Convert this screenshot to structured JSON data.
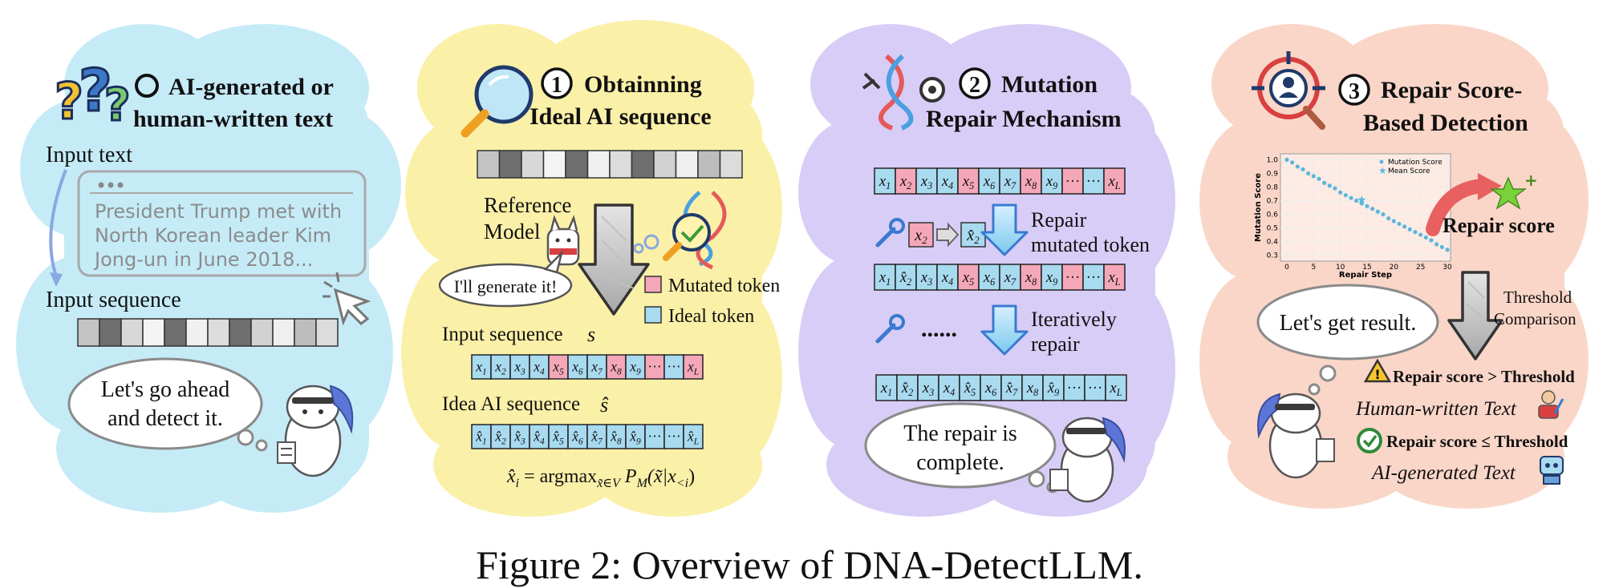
{
  "panel0": {
    "title_line1": "AI-generated or",
    "title_line2": "human-written text",
    "input_text_label": "Input text",
    "sample_text_line1": "President Trump met with",
    "sample_text_line2": "North Korean leader Kim",
    "sample_text_line3": "Jong-un in June 2018...",
    "input_sequence_label": "Input sequence",
    "bubble_line1": "Let's go ahead",
    "bubble_line2": "and detect it."
  },
  "panel1": {
    "step": "1",
    "title_line1": "Obtainning",
    "title_line2": "Ideal AI sequence",
    "reference_line1": "Reference",
    "reference_line2": "Model",
    "speech": "I'll generate it!",
    "legend_mutated": "Mutated token",
    "legend_ideal": "Ideal token",
    "input_sequence_label": "Input sequence",
    "input_sequence_symbol": "s",
    "ideal_sequence_label": "Idea AI sequence",
    "ideal_sequence_symbol": "ŝ",
    "formula_lhs": "x̂",
    "formula_mid": " = argmax",
    "formula_sub": "x̃∈V",
    "formula_p": " P",
    "formula_m": "M",
    "formula_arg": "(x̃|x",
    "formula_lt": "<i",
    "formula_close": ")"
  },
  "panel2": {
    "step": "2",
    "title_line1": "Mutation",
    "title_line2": "Repair Mechanism",
    "repair_line1": "Repair",
    "repair_line2": "mutated token",
    "dots": "......",
    "iter_line1": "Iteratively",
    "iter_line2": "repair",
    "bubble_line1": "The repair is",
    "bubble_line2": "complete."
  },
  "panel3": {
    "step": "3",
    "title_line1": "Repair Score-",
    "title_line2": "Based Detection",
    "repair_score_label": "Repair score",
    "threshold_line1": "Threshold",
    "threshold_line2": "Comparison",
    "bubble": "Let's get result.",
    "rule_gt": "Repair score > Threshold",
    "result_human": "Human-written Text",
    "rule_le": "Repair score ≤ Threshold",
    "result_ai": "AI-generated Text"
  },
  "tokens": {
    "row_labels": [
      "x1",
      "x2",
      "x3",
      "x4",
      "x5",
      "x6",
      "x7",
      "x8",
      "x9",
      "···",
      "···",
      "xL"
    ],
    "mutated_color": "#f4a7b9",
    "ideal_color": "#a8daf0"
  },
  "chart_data": {
    "type": "scatter",
    "xlabel": "Repair Step",
    "ylabel": "Mutation Score",
    "xlim": [
      0,
      30
    ],
    "ylim": [
      0.28,
      1.02
    ],
    "xticks": [
      "0",
      "5",
      "10",
      "15",
      "20",
      "25",
      "30"
    ],
    "yticks": [
      "1.0",
      "0.9",
      "0.8",
      "0.7",
      "0.6",
      "0.5",
      "0.4",
      "0.3"
    ],
    "legend": [
      "Mutation Score",
      "Mean Score"
    ],
    "series": [
      {
        "name": "Mutation Score",
        "x": [
          0,
          1,
          2,
          3,
          4,
          5,
          6,
          7,
          8,
          9,
          10,
          11,
          12,
          13,
          14,
          15,
          16,
          17,
          18,
          19,
          20,
          21,
          22,
          23,
          24,
          25,
          26,
          27,
          28,
          29,
          30
        ],
        "y": [
          1.0,
          0.98,
          0.95,
          0.93,
          0.9,
          0.88,
          0.86,
          0.83,
          0.81,
          0.79,
          0.76,
          0.74,
          0.72,
          0.7,
          0.68,
          0.66,
          0.64,
          0.62,
          0.6,
          0.57,
          0.55,
          0.53,
          0.51,
          0.49,
          0.47,
          0.45,
          0.43,
          0.41,
          0.38,
          0.36,
          0.34
        ]
      },
      {
        "name": "Mean Score",
        "x": [
          14
        ],
        "y": [
          0.71
        ]
      }
    ],
    "point_color": "#5bb7dc",
    "legend_position": "top-right"
  },
  "caption": "Figure 2: Overview of DNA-DetectLLM."
}
